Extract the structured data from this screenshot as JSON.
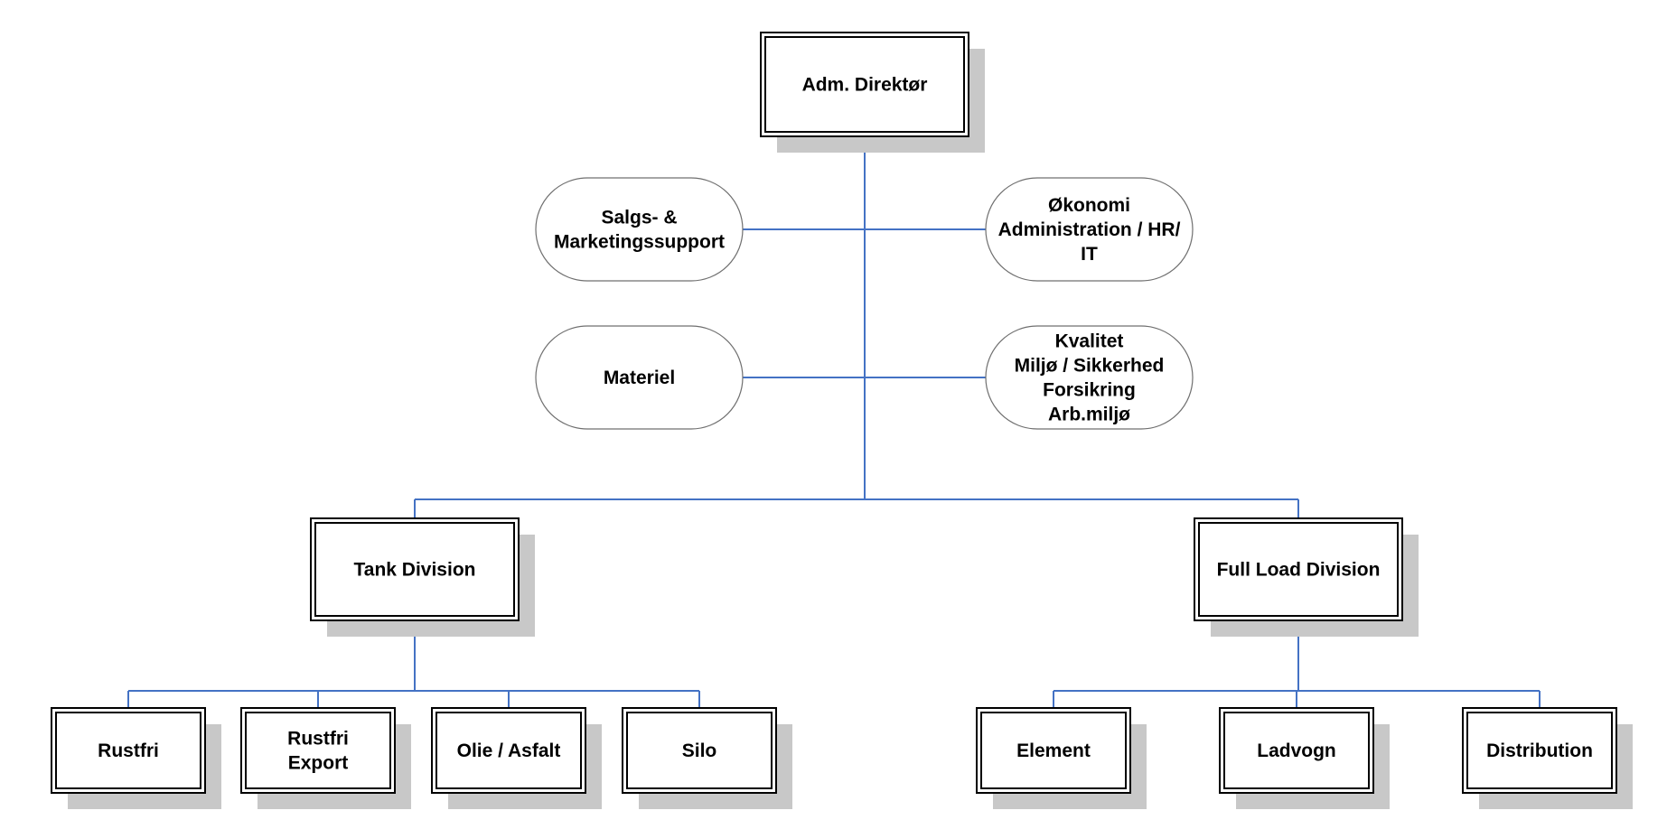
{
  "org_chart": {
    "root": {
      "lines": [
        "Adm. Direktør"
      ]
    },
    "staff_left": [
      {
        "lines": [
          "Salgs- &",
          "Marketingssupport"
        ]
      },
      {
        "lines": [
          "Materiel"
        ]
      }
    ],
    "staff_right": [
      {
        "lines": [
          "Økonomi",
          "Administration / HR/",
          "IT"
        ]
      },
      {
        "lines": [
          "Kvalitet",
          "Miljø / Sikkerhed",
          "Forsikring",
          "Arb.miljø"
        ]
      }
    ],
    "divisions": [
      {
        "lines": [
          "Tank Division"
        ],
        "units": [
          {
            "lines": [
              "Rustfri"
            ]
          },
          {
            "lines": [
              "Rustfri",
              "Export"
            ]
          },
          {
            "lines": [
              "Olie / Asfalt"
            ]
          },
          {
            "lines": [
              "Silo"
            ]
          }
        ]
      },
      {
        "lines": [
          "Full Load Division"
        ],
        "units": [
          {
            "lines": [
              "Element"
            ]
          },
          {
            "lines": [
              "Ladvogn"
            ]
          },
          {
            "lines": [
              "Distribution"
            ]
          }
        ]
      }
    ],
    "colors": {
      "connector": "#4472c4",
      "shadow": "#c8c8c8",
      "border": "#000000",
      "pill_border": "#6f6f6f"
    }
  }
}
